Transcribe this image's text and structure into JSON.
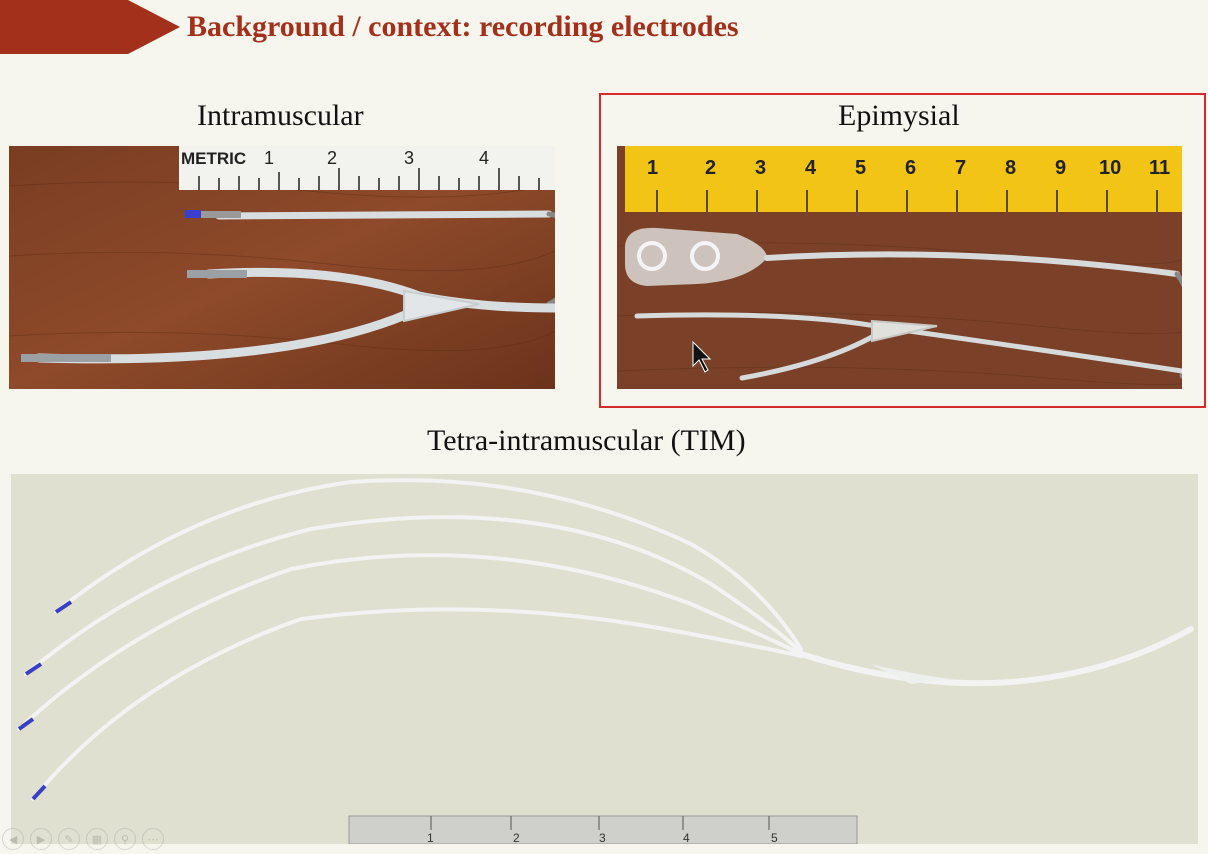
{
  "slide": {
    "title": "Background / context: recording electrodes",
    "accent_color": "#a3301a"
  },
  "panels": {
    "intramuscular": {
      "caption": "Intramuscular",
      "ruler_label": "METRIC",
      "ruler_numbers": [
        "1",
        "2",
        "3",
        "4"
      ]
    },
    "epimysial": {
      "caption": "Epimysial",
      "frame_color": "#d62b2b",
      "ruler_numbers": [
        "1",
        "2",
        "3",
        "4",
        "5",
        "6",
        "7",
        "8",
        "9",
        "10",
        "11"
      ]
    },
    "tim": {
      "caption": "Tetra-intramuscular (TIM)",
      "ruler_numbers": [
        "1",
        "2",
        "3",
        "4",
        "5"
      ]
    }
  },
  "navigation": {
    "buttons": [
      {
        "icon": "previous-icon"
      },
      {
        "icon": "next-icon"
      },
      {
        "icon": "pen-icon"
      },
      {
        "icon": "slides-icon"
      },
      {
        "icon": "zoom-icon"
      },
      {
        "icon": "more-icon"
      }
    ]
  }
}
